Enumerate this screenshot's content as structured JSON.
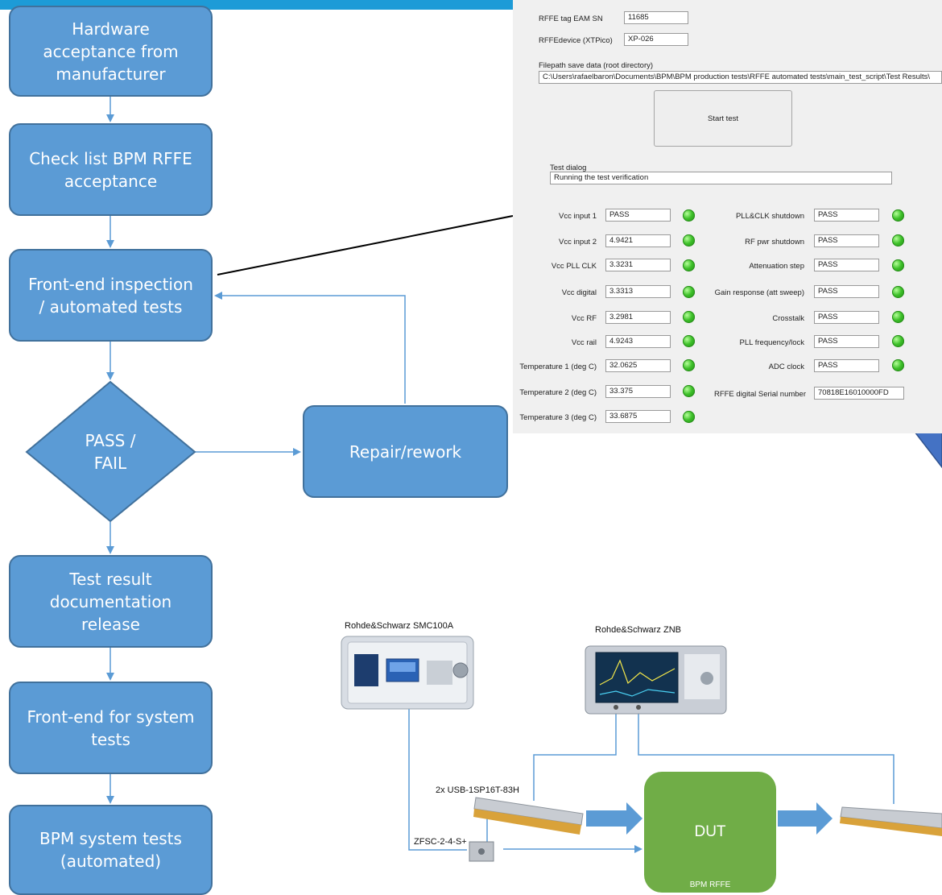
{
  "flowchart": {
    "steps": [
      "Hardware\nacceptance from\nmanufacturer",
      "Check list BPM RFFE\nacceptance",
      "Front-end  inspection\n/ automated tests",
      "Test result\ndocumentation\nrelease",
      "Front-end for system\ntests",
      "BPM system tests\n(automated)"
    ],
    "decision": "PASS /\nFAIL",
    "repair": "Repair/rework"
  },
  "test_gui": {
    "tag_label": "RFFE tag EAM SN",
    "tag_value": "11685",
    "device_label": "RFFEdevice (XTPico)",
    "device_value": "XP-026",
    "filepath_label": "Filepath save data (root directory)",
    "filepath_value": "C:\\Users\\rafaelbaron\\Documents\\BPM\\BPM production tests\\RFFE automated tests\\main_test_script\\Test Results\\",
    "start_button": "Start test",
    "dialog_label": "Test dialog",
    "dialog_value": "Running the test verification",
    "left_results": [
      {
        "label": "Vcc input 1",
        "value": "PASS"
      },
      {
        "label": "Vcc input 2",
        "value": "4.9421"
      },
      {
        "label": "Vcc PLL CLK",
        "value": "3.3231"
      },
      {
        "label": "Vcc digital",
        "value": "3.3313"
      },
      {
        "label": "Vcc RF",
        "value": "3.2981"
      },
      {
        "label": "Vcc rail",
        "value": "4.9243"
      },
      {
        "label": "Temperature 1 (deg C)",
        "value": "32.0625"
      },
      {
        "label": "Temperature 2 (deg C)",
        "value": "33.375"
      },
      {
        "label": "Temperature 3 (deg C)",
        "value": "33.6875"
      }
    ],
    "right_results": [
      {
        "label": "PLL&CLK shutdown",
        "value": "PASS"
      },
      {
        "label": "RF pwr shutdown",
        "value": "PASS"
      },
      {
        "label": "Attenuation step",
        "value": "PASS"
      },
      {
        "label": "Gain response (att sweep)",
        "value": "PASS"
      },
      {
        "label": "Crosstalk",
        "value": "PASS"
      },
      {
        "label": "PLL frequency/lock",
        "value": "PASS"
      },
      {
        "label": "ADC clock",
        "value": "PASS"
      }
    ],
    "serial_label": "RFFE digital Serial number",
    "serial_value": "70818E16010000FD",
    "led_color": "#3ec12a"
  },
  "setup": {
    "generator_label": "Rohde&Schwarz SMC100A",
    "vna_label": "Rohde&Schwarz ZNB",
    "switch_label": "2x USB-1SP16T-83H",
    "splitter_label": "ZFSC-2-4-S+",
    "dut_title": "DUT",
    "dut_subtitle": "BPM RFFE"
  },
  "colors": {
    "box_fill": "#5b9bd5",
    "box_border": "#41719c",
    "top_bar": "#1d9bd7",
    "dut_fill": "#70ad47"
  }
}
